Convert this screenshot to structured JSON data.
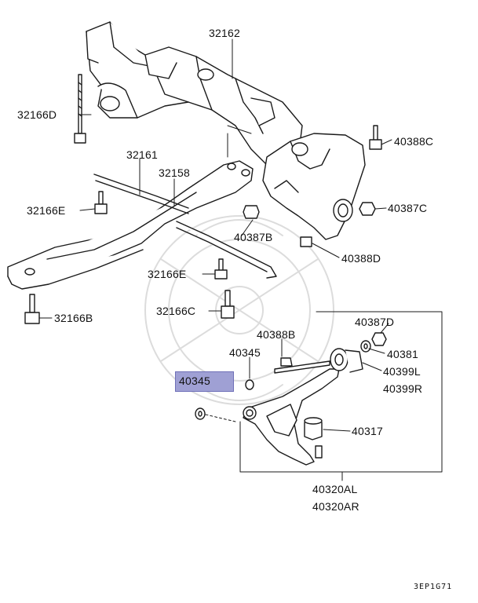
{
  "labels": {
    "p32162": "32162",
    "p32166D": "32166D",
    "p40388C": "40388C",
    "p32161": "32161",
    "p32158": "32158",
    "p32166E_a": "32166E",
    "p40387C": "40387C",
    "p40387B": "40387B",
    "p40388D": "40388D",
    "p32166E_b": "32166E",
    "p32166C": "32166C",
    "p32166B": "32166B",
    "p40387D": "40387D",
    "p40388B": "40388B",
    "p40345_top": "40345",
    "p40381": "40381",
    "p40399L": "40399L",
    "p40399R": "40399R",
    "p40345_sel": "40345",
    "p40317": "40317",
    "p40320AL": "40320AL",
    "p40320AR": "40320AR"
  },
  "highlight": {
    "selected_part": "40345",
    "color": "#9fa0d4"
  },
  "diagram_code": "3EP1G71"
}
